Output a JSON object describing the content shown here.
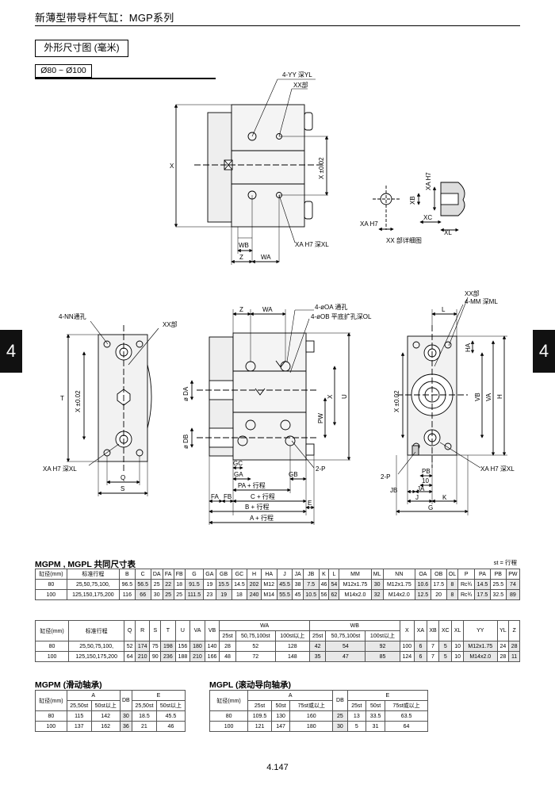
{
  "header": {
    "title": "新薄型带导杆气缸：MGP系列"
  },
  "section": {
    "title": "外形尺寸图 (毫米)",
    "range": "Ø80 ~ Ø100"
  },
  "chapter": {
    "number": "4"
  },
  "drawing": {
    "top": {
      "yy": "4-YY 深YL",
      "xx_part": "XX部",
      "x": "X",
      "x_pm": "X ±0.02",
      "xa_xl": "XA H7 深XL",
      "wb": "WB",
      "z": "Z",
      "wa": "WA"
    },
    "detail": {
      "xa_h7_v": "XA H7",
      "xb": "XB",
      "xa_h7": "XA H7",
      "xc": "XC",
      "xl": "XL",
      "caption": "XX 部详细图"
    },
    "left": {
      "nn": "4-NN通孔",
      "xx_part": "XX部",
      "t": "T",
      "x_pm": "X ±0.02",
      "xa_xl": "XA H7 深XL",
      "q": "Q",
      "s": "S"
    },
    "front": {
      "z": "Z",
      "wa": "WA",
      "oa": "4-øOA 通孔",
      "ob": "4-øOB 平底扩孔深OL",
      "da": "ø DA",
      "db": "ø DB",
      "pw": "PW",
      "x": "X",
      "u": "U",
      "gc": "GC",
      "ga": "GA",
      "gb": "GB",
      "p2": "2-P",
      "pa": "PA + 行程",
      "c": "C + 行程",
      "b": "B + 行程",
      "a": "A + 行程",
      "fa": "FA",
      "fb": "FB",
      "e": "E"
    },
    "right": {
      "l": "L",
      "xx_part": "XX部",
      "mm": "4-MM 深ML",
      "x_pm": "X ±0.02",
      "ha": "HA",
      "vb": "VB",
      "va": "VA",
      "h": "H",
      "xa_xl": "XA H7 深XL",
      "p2": "2-P",
      "pb": "PB",
      "ten": "10",
      "jb": "JB",
      "ja": "JA",
      "j": "J",
      "k": "K",
      "g": "G"
    }
  },
  "common_table": {
    "title": "MGPM , MGPL 共同尺寸表",
    "unit_note": "st = 行程",
    "bore_label": "缸径(mm)",
    "stroke_label": "标准行程",
    "headers1": [
      "B",
      "C",
      "DA",
      "FA",
      "FB",
      "G",
      "GA",
      "GB",
      "GC",
      "H",
      "HA",
      "J",
      "JA",
      "JB",
      "K",
      "L",
      "MM",
      "ML",
      "NN",
      "OA",
      "OB",
      "OL",
      "P",
      "PA",
      "PB",
      "PW"
    ],
    "rows1": [
      {
        "bore": "80",
        "stroke": "25,50,75,100,",
        "cells": [
          "96.5",
          "56.5",
          "25",
          "22",
          "18",
          "91.5",
          "19",
          "15.5",
          "14.5",
          "202",
          "M12",
          "45.5",
          "38",
          "7.5",
          "46",
          "54",
          "M12x1.75",
          "30",
          "M12x1.75",
          "10.6",
          "17.5",
          "8",
          "Rc¾",
          "14.5",
          "25.5",
          "74"
        ]
      },
      {
        "bore": "100",
        "stroke": "125,150,175,200",
        "cells": [
          "116",
          "66",
          "30",
          "25",
          "25",
          "111.5",
          "23",
          "19",
          "18",
          "240",
          "M14",
          "55.5",
          "45",
          "10.5",
          "56",
          "62",
          "M14x2.0",
          "32",
          "M14x2.0",
          "12.5",
          "20",
          "8",
          "Rc¾",
          "17.5",
          "32.5",
          "89"
        ]
      }
    ],
    "headers2a": [
      "Q",
      "R",
      "S",
      "T",
      "U",
      "VA",
      "VB"
    ],
    "wa_label": "WA",
    "wb_label": "WB",
    "sub_cols": [
      "25st",
      "50,75,100st",
      "100st以上"
    ],
    "headers2b": [
      "X",
      "XA",
      "XB",
      "XC",
      "XL",
      "YY",
      "YL",
      "Z"
    ],
    "rows2": [
      {
        "bore": "80",
        "stroke": "25,50,75,100,",
        "cells": [
          "52",
          "174",
          "75",
          "198",
          "156",
          "180",
          "140"
        ],
        "wa": [
          "28",
          "52",
          "128"
        ],
        "wb": [
          "42",
          "54",
          "92"
        ],
        "tail": [
          "100",
          "6",
          "7",
          "5",
          "10",
          "M12x1.75",
          "24",
          "28"
        ]
      },
      {
        "bore": "100",
        "stroke": "125,150,175,200",
        "cells": [
          "64",
          "210",
          "90",
          "236",
          "188",
          "210",
          "166"
        ],
        "wa": [
          "48",
          "72",
          "148"
        ],
        "wb": [
          "35",
          "47",
          "85"
        ],
        "tail": [
          "124",
          "6",
          "7",
          "5",
          "10",
          "M14x2.0",
          "28",
          "11"
        ]
      }
    ]
  },
  "mgpm_table": {
    "title": "MGPM (滑动轴承)",
    "bore_label": "缸径(mm)",
    "a_label": "A",
    "db_label": "DB",
    "e_label": "E",
    "a_sub": [
      "25,50st",
      "50st以上"
    ],
    "e_sub": [
      "25,50st",
      "50st以上"
    ],
    "rows": [
      {
        "bore": "80",
        "a": [
          "115",
          "142"
        ],
        "db": "30",
        "e": [
          "18.5",
          "45.5"
        ]
      },
      {
        "bore": "100",
        "a": [
          "137",
          "162"
        ],
        "db": "36",
        "e": [
          "21",
          "46"
        ]
      }
    ]
  },
  "mgpl_table": {
    "title": "MGPL (滚动导向轴承)",
    "bore_label": "缸径(mm)",
    "a_label": "A",
    "db_label": "DB",
    "e_label": "E",
    "a_sub": [
      "25st",
      "50st",
      "75st或以上"
    ],
    "e_sub": [
      "25st",
      "50st",
      "75st或以上"
    ],
    "rows": [
      {
        "bore": "80",
        "a": [
          "109.5",
          "130",
          "160"
        ],
        "db": "25",
        "e": [
          "13",
          "33.5",
          "63.5"
        ]
      },
      {
        "bore": "100",
        "a": [
          "121",
          "147",
          "180"
        ],
        "db": "30",
        "e": [
          "5",
          "31",
          "64"
        ]
      }
    ]
  },
  "footer": {
    "page": "4.147"
  }
}
